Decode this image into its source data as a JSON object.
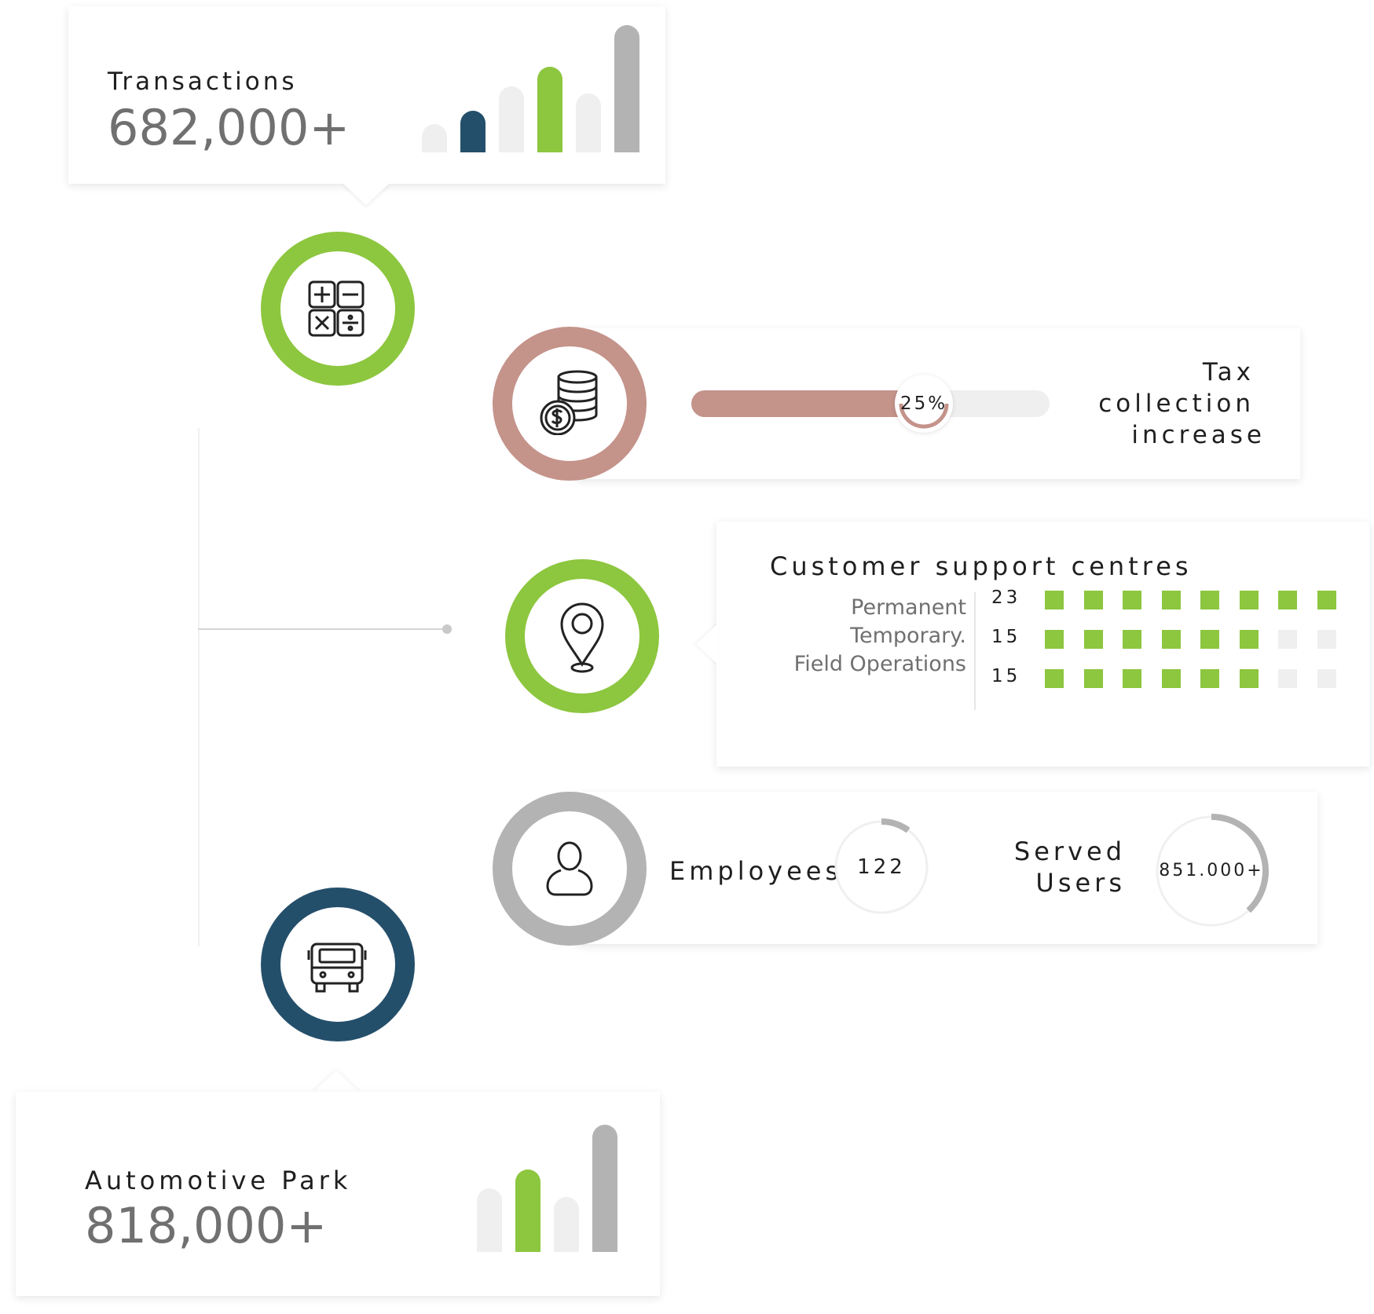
{
  "colors": {
    "green": "#8dc63f",
    "navy": "#244f6b",
    "rose": "#c4938a",
    "gray": "#b3b3b3",
    "light": "#efefef"
  },
  "transactions": {
    "label": "Transactions",
    "value": "682,000+",
    "bars": [
      {
        "level": 0.22,
        "color": "light"
      },
      {
        "level": 0.33,
        "color": "navy"
      },
      {
        "level": 0.52,
        "color": "light"
      },
      {
        "level": 0.67,
        "color": "green"
      },
      {
        "level": 0.46,
        "color": "light"
      },
      {
        "level": 1.0,
        "color": "gray"
      }
    ]
  },
  "tax": {
    "label_lines": [
      "Tax",
      "collection",
      "increase"
    ],
    "percent_text": "25%",
    "progress": 0.65
  },
  "support": {
    "title": "Customer support centres",
    "rows": [
      {
        "label": "Permanent",
        "count": "23",
        "filled": 8
      },
      {
        "label": "Temporary.",
        "count": "15",
        "filled": 6
      },
      {
        "label": "Field Operations",
        "count": "15",
        "filled": 6
      }
    ],
    "total_squares": 8
  },
  "employees": {
    "label": "Employees",
    "value": "122",
    "progress": 0.1
  },
  "served": {
    "label_lines": [
      "Served",
      "Users"
    ],
    "value": "851.000+",
    "progress": 0.38
  },
  "automotive": {
    "label": "Automotive Park",
    "value": "818,000+",
    "bars": [
      {
        "level": 0.5,
        "color": "light"
      },
      {
        "level": 0.65,
        "color": "green"
      },
      {
        "level": 0.43,
        "color": "light"
      },
      {
        "level": 1.0,
        "color": "gray"
      }
    ]
  },
  "icons": [
    "calculator-icon",
    "coins-dollar-icon",
    "location-pin-icon",
    "user-icon",
    "bus-icon"
  ]
}
